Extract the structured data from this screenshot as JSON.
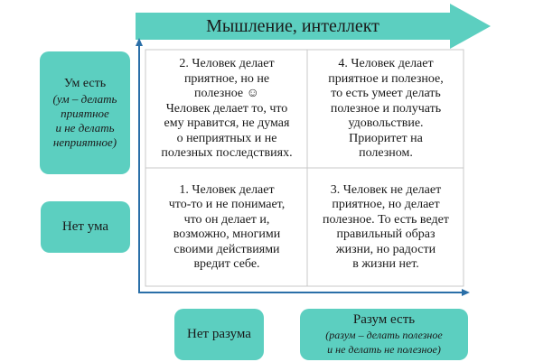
{
  "top_arrow": {
    "label": "Мышление, интеллект",
    "color": "#5ccfc0"
  },
  "axis_color": "#2a6fa8",
  "left_top_box": {
    "title": "Ум есть",
    "lines": [
      "(ум – делать",
      "приятное",
      "и не делать",
      "неприятное)"
    ]
  },
  "left_bottom_box": {
    "title": "Нет ума"
  },
  "bottom_left_box": {
    "title": "Нет разума"
  },
  "bottom_right_box": {
    "title": "Разум есть",
    "lines": [
      "(разум – делать полезное",
      "и не делать не полезное)"
    ]
  },
  "cells": {
    "q2": [
      "2. Человек делает",
      "приятное, но не",
      "полезное ☺",
      "Человек делает то, что",
      "ему нравится, не думая",
      "о неприятных и не",
      "полезных последствиях."
    ],
    "q4": [
      "4. Человек делает",
      "приятное и полезное,",
      "то есть умеет делать",
      "полезное и получать",
      "удовольствие.",
      "Приоритет на",
      "полезном."
    ],
    "q1": [
      "1. Человек делает",
      "что-то и не понимает,",
      "что он делает и,",
      "возможно, многими",
      "своими действиями",
      "вредит себе."
    ],
    "q3": [
      "3. Человек не делает",
      "приятное, но делает",
      "полезное. То есть ведет",
      "правильный образ",
      "жизни, но радости",
      "в жизни нет."
    ]
  }
}
